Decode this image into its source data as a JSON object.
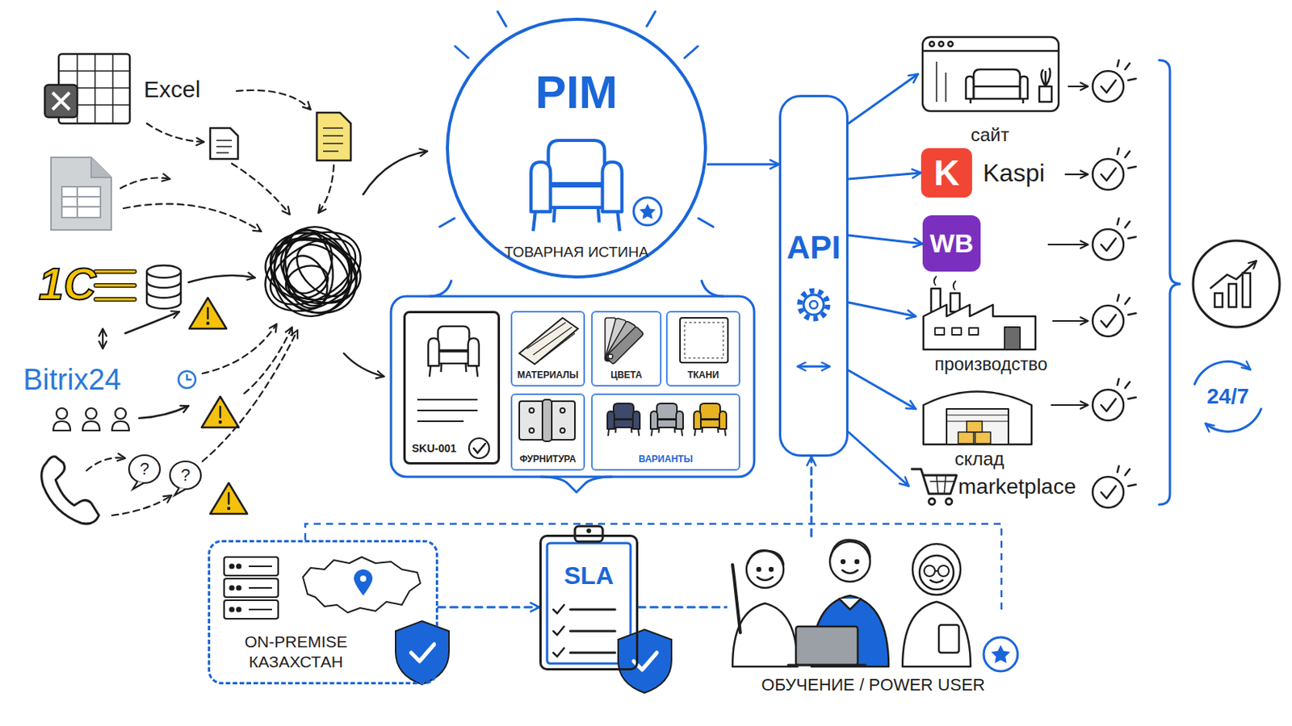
{
  "diagram": {
    "nodes": [
      {
        "text": [
          "Excel"
        ]
      },
      {
        "text": [
          "1С"
        ]
      },
      {
        "text": [
          "Bitrix24"
        ]
      },
      {
        "text": [
          "PIM",
          "ТОВАРНАЯ ИСТИНА"
        ]
      },
      {
        "text": [
          "SKU-001"
        ]
      },
      {
        "text": [
          "МАТЕРИАЛЫ"
        ]
      },
      {
        "text": [
          "ЦВЕТА"
        ]
      },
      {
        "text": [
          "ТКАНИ"
        ]
      },
      {
        "text": [
          "ФУРНИТУРА"
        ]
      },
      {
        "text": [
          "ВАРИАНТЫ"
        ]
      },
      {
        "text": [
          "API"
        ]
      },
      {
        "text": [
          "сайт"
        ]
      },
      {
        "text": [
          "K",
          "Kaspi"
        ]
      },
      {
        "text": [
          "WB"
        ]
      },
      {
        "text": [
          "производство"
        ]
      },
      {
        "text": [
          "склад"
        ]
      },
      {
        "text": [
          "marketplace"
        ]
      },
      {
        "text": [
          "ON-PREMISE КАЗАХСТАН"
        ]
      },
      {
        "text": [
          "SLA"
        ]
      },
      {
        "text": [
          "ОБУЧЕНИЕ / POWER USER"
        ]
      }
    ],
    "edges": [
      {
        "from": 3,
        "to": 10,
        "arrow": "to"
      },
      {
        "from": 10,
        "to": 11,
        "arrow": "to"
      },
      {
        "from": 10,
        "to": 12,
        "arrow": "to"
      },
      {
        "from": 10,
        "to": 13,
        "arrow": "to"
      },
      {
        "from": 10,
        "to": 14,
        "arrow": "to"
      },
      {
        "from": 10,
        "to": 15,
        "arrow": "to"
      },
      {
        "from": 10,
        "to": 16,
        "arrow": "to"
      },
      {
        "from": 17,
        "to": 18,
        "arrow": "to"
      },
      {
        "from": 18,
        "to": 19,
        "arrow": "none"
      },
      {
        "from": 19,
        "to": 10,
        "arrow": "to"
      }
    ],
    "labels": [
      "?",
      "?",
      "24/7"
    ]
  }
}
